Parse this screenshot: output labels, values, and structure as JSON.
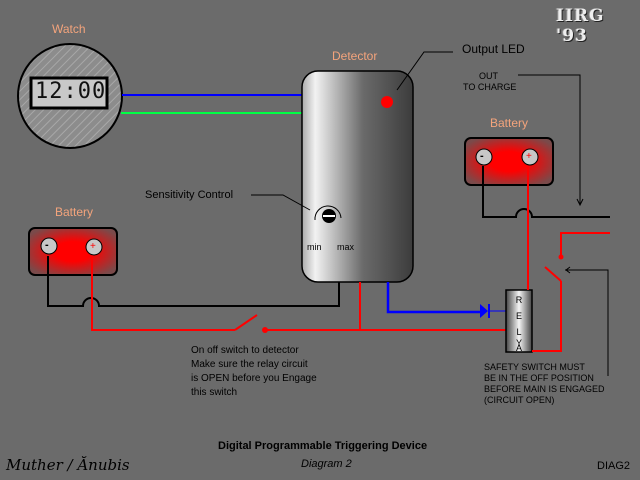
{
  "header": {
    "logo": "IIRG '93"
  },
  "components": {
    "watch": {
      "label": "Watch",
      "time": "12:00"
    },
    "detector": {
      "label": "Detector"
    },
    "output_led": {
      "label": "Output LED",
      "color": "#ff0000"
    },
    "sensitivity": {
      "label": "Sensitivity Control",
      "min": "min",
      "max": "max"
    },
    "battery_left": {
      "label": "Battery",
      "minus": "-",
      "plus": "+"
    },
    "battery_right": {
      "label": "Battery",
      "minus": "-",
      "plus": "+"
    },
    "relay": {
      "label_letters": [
        "R",
        "E",
        "L",
        "A",
        "Y"
      ]
    },
    "out_to_charge": {
      "line1": "OUT",
      "line2": "TO CHARGE"
    }
  },
  "notes": {
    "switch_note": [
      "On off switch to detector",
      "Make sure the relay circuit",
      "is OPEN before you Engage",
      "this switch"
    ],
    "safety_note": [
      "SAFETY SWITCH MUST",
      "BE IN THE OFF POSITION",
      "BEFORE MAIN IS ENGAGED",
      "(CIRCUIT OPEN)"
    ]
  },
  "footer": {
    "title": "Digital Programmable Triggering Device",
    "subtitle": "Diagram 2",
    "authors": "Muther / Ănubis",
    "code": "DIAG2"
  },
  "colors": {
    "background": "#6b6b6b",
    "label_orange": "#f4a47c",
    "wire_red": "#ff0000",
    "wire_blue": "#0000ff",
    "wire_green": "#00ff44",
    "wire_black": "#000000"
  }
}
